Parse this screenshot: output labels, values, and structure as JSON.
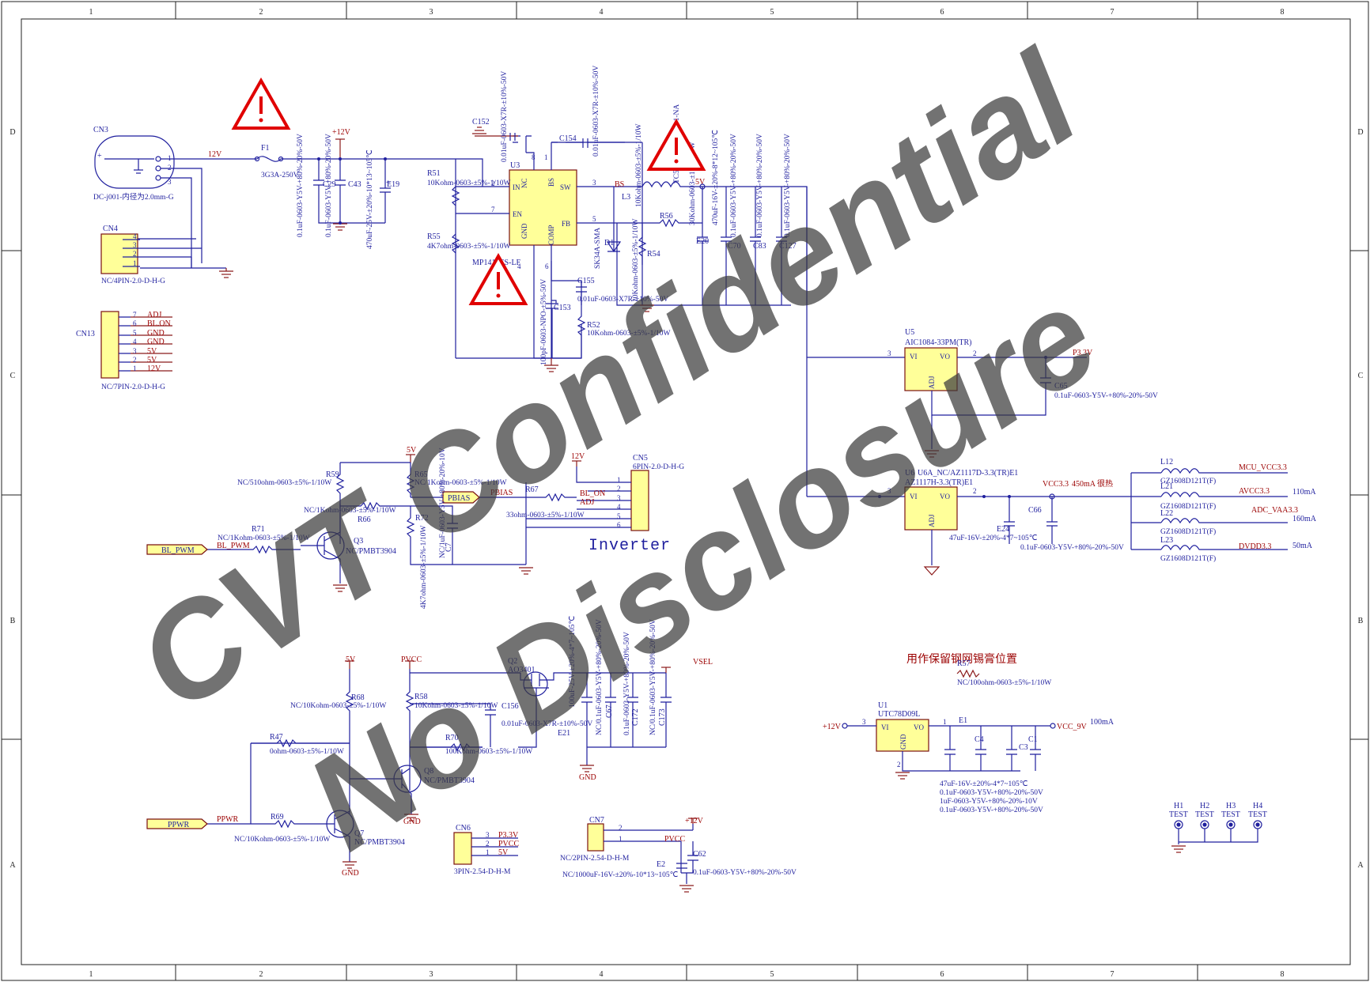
{
  "frame": {
    "cols": [
      "1",
      "2",
      "3",
      "4",
      "5",
      "6",
      "7",
      "8"
    ],
    "rows": [
      "D",
      "C",
      "B",
      "A"
    ]
  },
  "watermark": {
    "line1": "CVT Confidential",
    "line2": "No Disclosure"
  },
  "warning_icons": [
    "warning-icon",
    "warning-icon",
    "warning-icon",
    "warning-icon"
  ],
  "input": {
    "cn3": "CN3",
    "cn3_desc": "DC-j001-内径为2.0mm-G",
    "cn4": "CN4",
    "cn4_desc": "NC/4PIN-2.0-D-H-G",
    "f1": "F1",
    "f1_desc": "3G3A-250V",
    "net_12v": "12V",
    "net_p12v": "+12V",
    "c29_desc": "0.1uF-0603-Y5V-+80%-20%-50V",
    "c29": "C29",
    "c43_desc": "0.1uF-0603-Y5V-+80%-20%-50V",
    "c43": "C43",
    "e19": "E19",
    "e19_desc": "470uF-25V-±20%-10*13~105℃"
  },
  "cn13": {
    "ref": "CN13",
    "desc": "NC/7PIN-2.0-D-H-G",
    "pins": [
      {
        "n": "7",
        "net": "ADJ"
      },
      {
        "n": "6",
        "net": "BL.ON"
      },
      {
        "n": "5",
        "net": "GND"
      },
      {
        "n": "4",
        "net": "GND"
      },
      {
        "n": "3",
        "net": "5V"
      },
      {
        "n": "2",
        "net": "5V"
      },
      {
        "n": "1",
        "net": "12V"
      }
    ]
  },
  "buck": {
    "u3": "U3",
    "u3_part": "MP1410ES-LF",
    "pin_in": "IN",
    "pin_en": "EN",
    "pin_gnd": "GND",
    "pin_nc": "NC",
    "pin_bs": "BS",
    "pin_sw": "SW",
    "pin_fb": "FB",
    "pin_comp": "COMP",
    "r51": "R51",
    "r51_desc": "10Kohm-0603-±5%-1/10W",
    "r55": "R55",
    "r55_desc": "4K7ohm-0603-±5%-1/10W",
    "c152": "C152",
    "c152_desc": "0.01uF-0603-X7R-±10%-50V",
    "c154": "C154",
    "c154_desc": "0.01uF-0603-X7R-±10%-50V",
    "c155": "C155",
    "c155_desc": "0.01uF-0603-X7R-±10%-50V",
    "c153": "C153",
    "c153_desc": "100pF-0603-NPO-±5%-50V",
    "r52": "R52",
    "r52_desc": "10Kohm-0603-±5%-1/10W",
    "d1": "D1",
    "d1_desc": "SK34A-SMA",
    "l3": "L3",
    "l3_desc": "10Kohm-0603-±5%-1/10W",
    "net_bs": "BS",
    "r56": "R56",
    "r54": "R54",
    "r54_desc": "10Kohm-0603-±5%-1/10W",
    "r56_desc": "30Kohm-0603-±1%-1/10W",
    "l_desc": "TC5D40-1-4uH-BS-1-NA",
    "net_5v": "5V",
    "e20": "E20",
    "e20_desc": "470uF-16V-±20%-8*12~105℃",
    "c70": "C70",
    "c70_desc": "0.1uF-0603-Y5V-+80%-20%-50V",
    "c83": "C83",
    "c83_desc": "0.1uF-0603-Y5V-+80%-20%-50V",
    "c127": "C127",
    "c127_desc": "0.1uF-0603-Y5V-+80%-20%-50V"
  },
  "ldo1": {
    "u5": "U5",
    "u5_part": "AIC1084-33PM(TR)",
    "vi": "VI",
    "vo": "VO",
    "adj": "ADJ",
    "net_out": "P3.3V",
    "c65": "C65",
    "c65_desc": "0.1uF-0603-Y5V-+80%-20%-50V"
  },
  "ldo2": {
    "u6": "U6",
    "u6a": "U6A_NC/AZ1117D-3.3(TR)E1",
    "u6_part": "AZ1117H-3.3(TR)E1",
    "vi": "VI",
    "vo": "VO",
    "adj": "ADJ",
    "net_vcc": "VCC3.3",
    "note": "450mA 很热",
    "e24": "E24",
    "e24_desc": "47uF-16V-±20%-4*7~105℃",
    "c66": "C66",
    "c66_desc": "0.1uF-0603-Y5V-+80%-20%-50V"
  },
  "ferrites": [
    {
      "ref": "L12",
      "part": "GZ1608D121T(F)",
      "net": "MCU_VCC3.3",
      "cur": ""
    },
    {
      "ref": "L21",
      "part": "GZ1608D121T(F)",
      "net": "AVCC3.3",
      "cur": "110mA"
    },
    {
      "ref": "L22",
      "part": "GZ1608D121T(F)",
      "net": "ADC_VAA3.3",
      "cur": "160mA"
    },
    {
      "ref": "L23",
      "part": "GZ1608D121T(F)",
      "net": "DVDD3.3",
      "cur": "50mA"
    }
  ],
  "inverter": {
    "title": "Inverter",
    "cn5": "CN5",
    "cn5_desc": "6PIN-2.0-D-H-G",
    "pins": [
      "1",
      "2",
      "3",
      "4",
      "5",
      "6"
    ],
    "net_12v": "12V",
    "net_blon": "BL_ON",
    "net_adj": "ADJ",
    "net_5v": "5V",
    "net_pbias": "PBIAS",
    "r59": "R59",
    "r59_desc": "NC/510ohm-0603-±5%-1/10W",
    "r65": "R65",
    "r65_desc": "NC/1Kohm-0603-±5%-1/10W",
    "r66": "R66",
    "r66_desc": "NC/1Kohm-0603-±5%-1/10W",
    "r72": "R72",
    "r72_desc": "4K7ohm-0603-±5%-1/10W",
    "r67": "R67",
    "r67_desc": "33ohm-0603-±5%-1/10W",
    "c7": "C7",
    "c7_desc": "NC/1uF-0603-Y5V-+80%-20%-10V",
    "r71": "R71",
    "r71_desc": "NC/1Kohm-0603-±5%-1/10W",
    "q3": "Q3",
    "q3_desc": "NC/PMBT3904",
    "bl_pwm": "BL_PWM"
  },
  "vsel": {
    "net_5v": "5V",
    "net_pvcc": "PVCC",
    "net_vsel": "VSEL",
    "q2": "Q2",
    "q2_part": "AO3401",
    "r68": "R68",
    "r68_desc": "NC/10Kohm-0603-±5%-1/10W",
    "r58": "R58",
    "r58_desc": "10Kohm-0603-±5%-1/10W",
    "c156": "C156",
    "c156_desc": "0.01uF-0603-X7R-±10%-50V",
    "r47": "R47",
    "r47_desc": "0ohm-0603-±5%-1/10W",
    "r70": "R70",
    "r70_desc": "100Kohm-0603-±5%-1/10W",
    "q8": "Q8",
    "q8_desc": "NC/PMBT3904",
    "e21": "E21",
    "e21_desc": "100uF-25V-±20%-4*7~105℃",
    "c67": "C67",
    "c67_desc": "NC/0.1uF-0603-Y5V-+80%-20%-50V",
    "c172": "C172",
    "c172_desc": "0.1uF-0603-Y5V-+80%-20%-50V",
    "c173": "C173",
    "c173_desc": "NC/0.1uF-0603-Y5V-+80%-20%-50V",
    "gnd": "GND",
    "r69": "R69",
    "r69_desc": "NC/10Kohm-0603-±5%-1/10W",
    "q7": "Q7",
    "q7_desc": "NC/PMBT3904",
    "ppwr": "PPWR"
  },
  "cn6": {
    "ref": "CN6",
    "desc": "3PIN-2.54-D-H-M",
    "pins": [
      {
        "n": "3",
        "net": "P3.3V"
      },
      {
        "n": "2",
        "net": "PVCC"
      },
      {
        "n": "1",
        "net": "5V"
      }
    ]
  },
  "cn7": {
    "ref": "CN7",
    "desc": "NC/2PIN-2.54-D-H-M",
    "pins": [
      "2",
      "1"
    ],
    "net_pvcc": "PVCC",
    "net_p12v": "+12V",
    "e2": "E2",
    "e2_desc": "NC/1000uF-16V-±20%-10*13~105℃",
    "c62": "C62",
    "c62_desc": "0.1uF-0603-Y5V-+80%-20%-50V"
  },
  "reg9v": {
    "note": "用作保留钢网锡膏位置",
    "r57": "R57",
    "r57_desc": "NC/100ohm-0603-±5%-1/10W",
    "u1": "U1",
    "u1_part": "UTC78D09L",
    "vi": "VI",
    "vo": "VO",
    "gnd": "GND",
    "net_in": "+12V",
    "net_out": "VCC_9V",
    "cur": "100mA",
    "e1": "E1",
    "c4": "C4",
    "c3": "C3",
    "c1": "C1",
    "descs": [
      "47uF-16V-±20%-4*7~105℃",
      "0.1uF-0603-Y5V-+80%-20%-50V",
      "1uF-0603-Y5V-+80%-20%-10V",
      "0.1uF-0603-Y5V-+80%-20%-50V"
    ]
  },
  "test_points": [
    {
      "ref": "H1",
      "label": "TEST"
    },
    {
      "ref": "H2",
      "label": "TEST"
    },
    {
      "ref": "H3",
      "label": "TEST"
    },
    {
      "ref": "H4",
      "label": "TEST"
    }
  ]
}
